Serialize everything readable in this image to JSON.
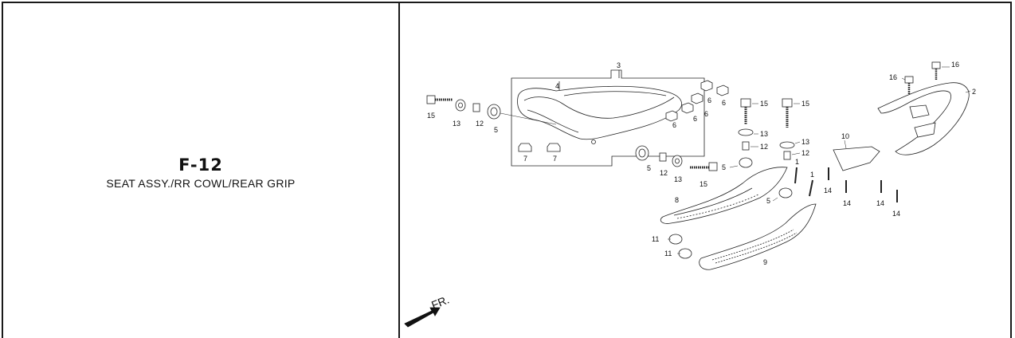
{
  "section": {
    "code": "F-12",
    "name": "SEAT ASSY./RR COWL/REAR GRIP"
  },
  "direction": {
    "label": "FR."
  },
  "callouts": [
    {
      "id": "c3",
      "label": "3"
    },
    {
      "id": "c4",
      "label": "4"
    },
    {
      "id": "c6a",
      "label": "6"
    },
    {
      "id": "c6b",
      "label": "6"
    },
    {
      "id": "c6c",
      "label": "6"
    },
    {
      "id": "c6d",
      "label": "6"
    },
    {
      "id": "c6e",
      "label": "6"
    },
    {
      "id": "c15a",
      "label": "15"
    },
    {
      "id": "c13a",
      "label": "13"
    },
    {
      "id": "c12a",
      "label": "12"
    },
    {
      "id": "c5a",
      "label": "5"
    },
    {
      "id": "c7a",
      "label": "7"
    },
    {
      "id": "c7b",
      "label": "7"
    },
    {
      "id": "c5b",
      "label": "5"
    },
    {
      "id": "c12b",
      "label": "12"
    },
    {
      "id": "c13b",
      "label": "13"
    },
    {
      "id": "c15b",
      "label": "15"
    },
    {
      "id": "c15c",
      "label": "15"
    },
    {
      "id": "c15d",
      "label": "15"
    },
    {
      "id": "c13c",
      "label": "13"
    },
    {
      "id": "c13d",
      "label": "13"
    },
    {
      "id": "c12c",
      "label": "12"
    },
    {
      "id": "c12d",
      "label": "12"
    },
    {
      "id": "c5c",
      "label": "5"
    },
    {
      "id": "c5d",
      "label": "5"
    },
    {
      "id": "c1a",
      "label": "1"
    },
    {
      "id": "c1b",
      "label": "1"
    },
    {
      "id": "c8",
      "label": "8"
    },
    {
      "id": "c9",
      "label": "9"
    },
    {
      "id": "c10",
      "label": "10"
    },
    {
      "id": "c11a",
      "label": "11"
    },
    {
      "id": "c11b",
      "label": "11"
    },
    {
      "id": "c14a",
      "label": "14"
    },
    {
      "id": "c14b",
      "label": "14"
    },
    {
      "id": "c14c",
      "label": "14"
    },
    {
      "id": "c14d",
      "label": "14"
    },
    {
      "id": "c16a",
      "label": "16"
    },
    {
      "id": "c16b",
      "label": "16"
    },
    {
      "id": "c2",
      "label": "2"
    }
  ]
}
